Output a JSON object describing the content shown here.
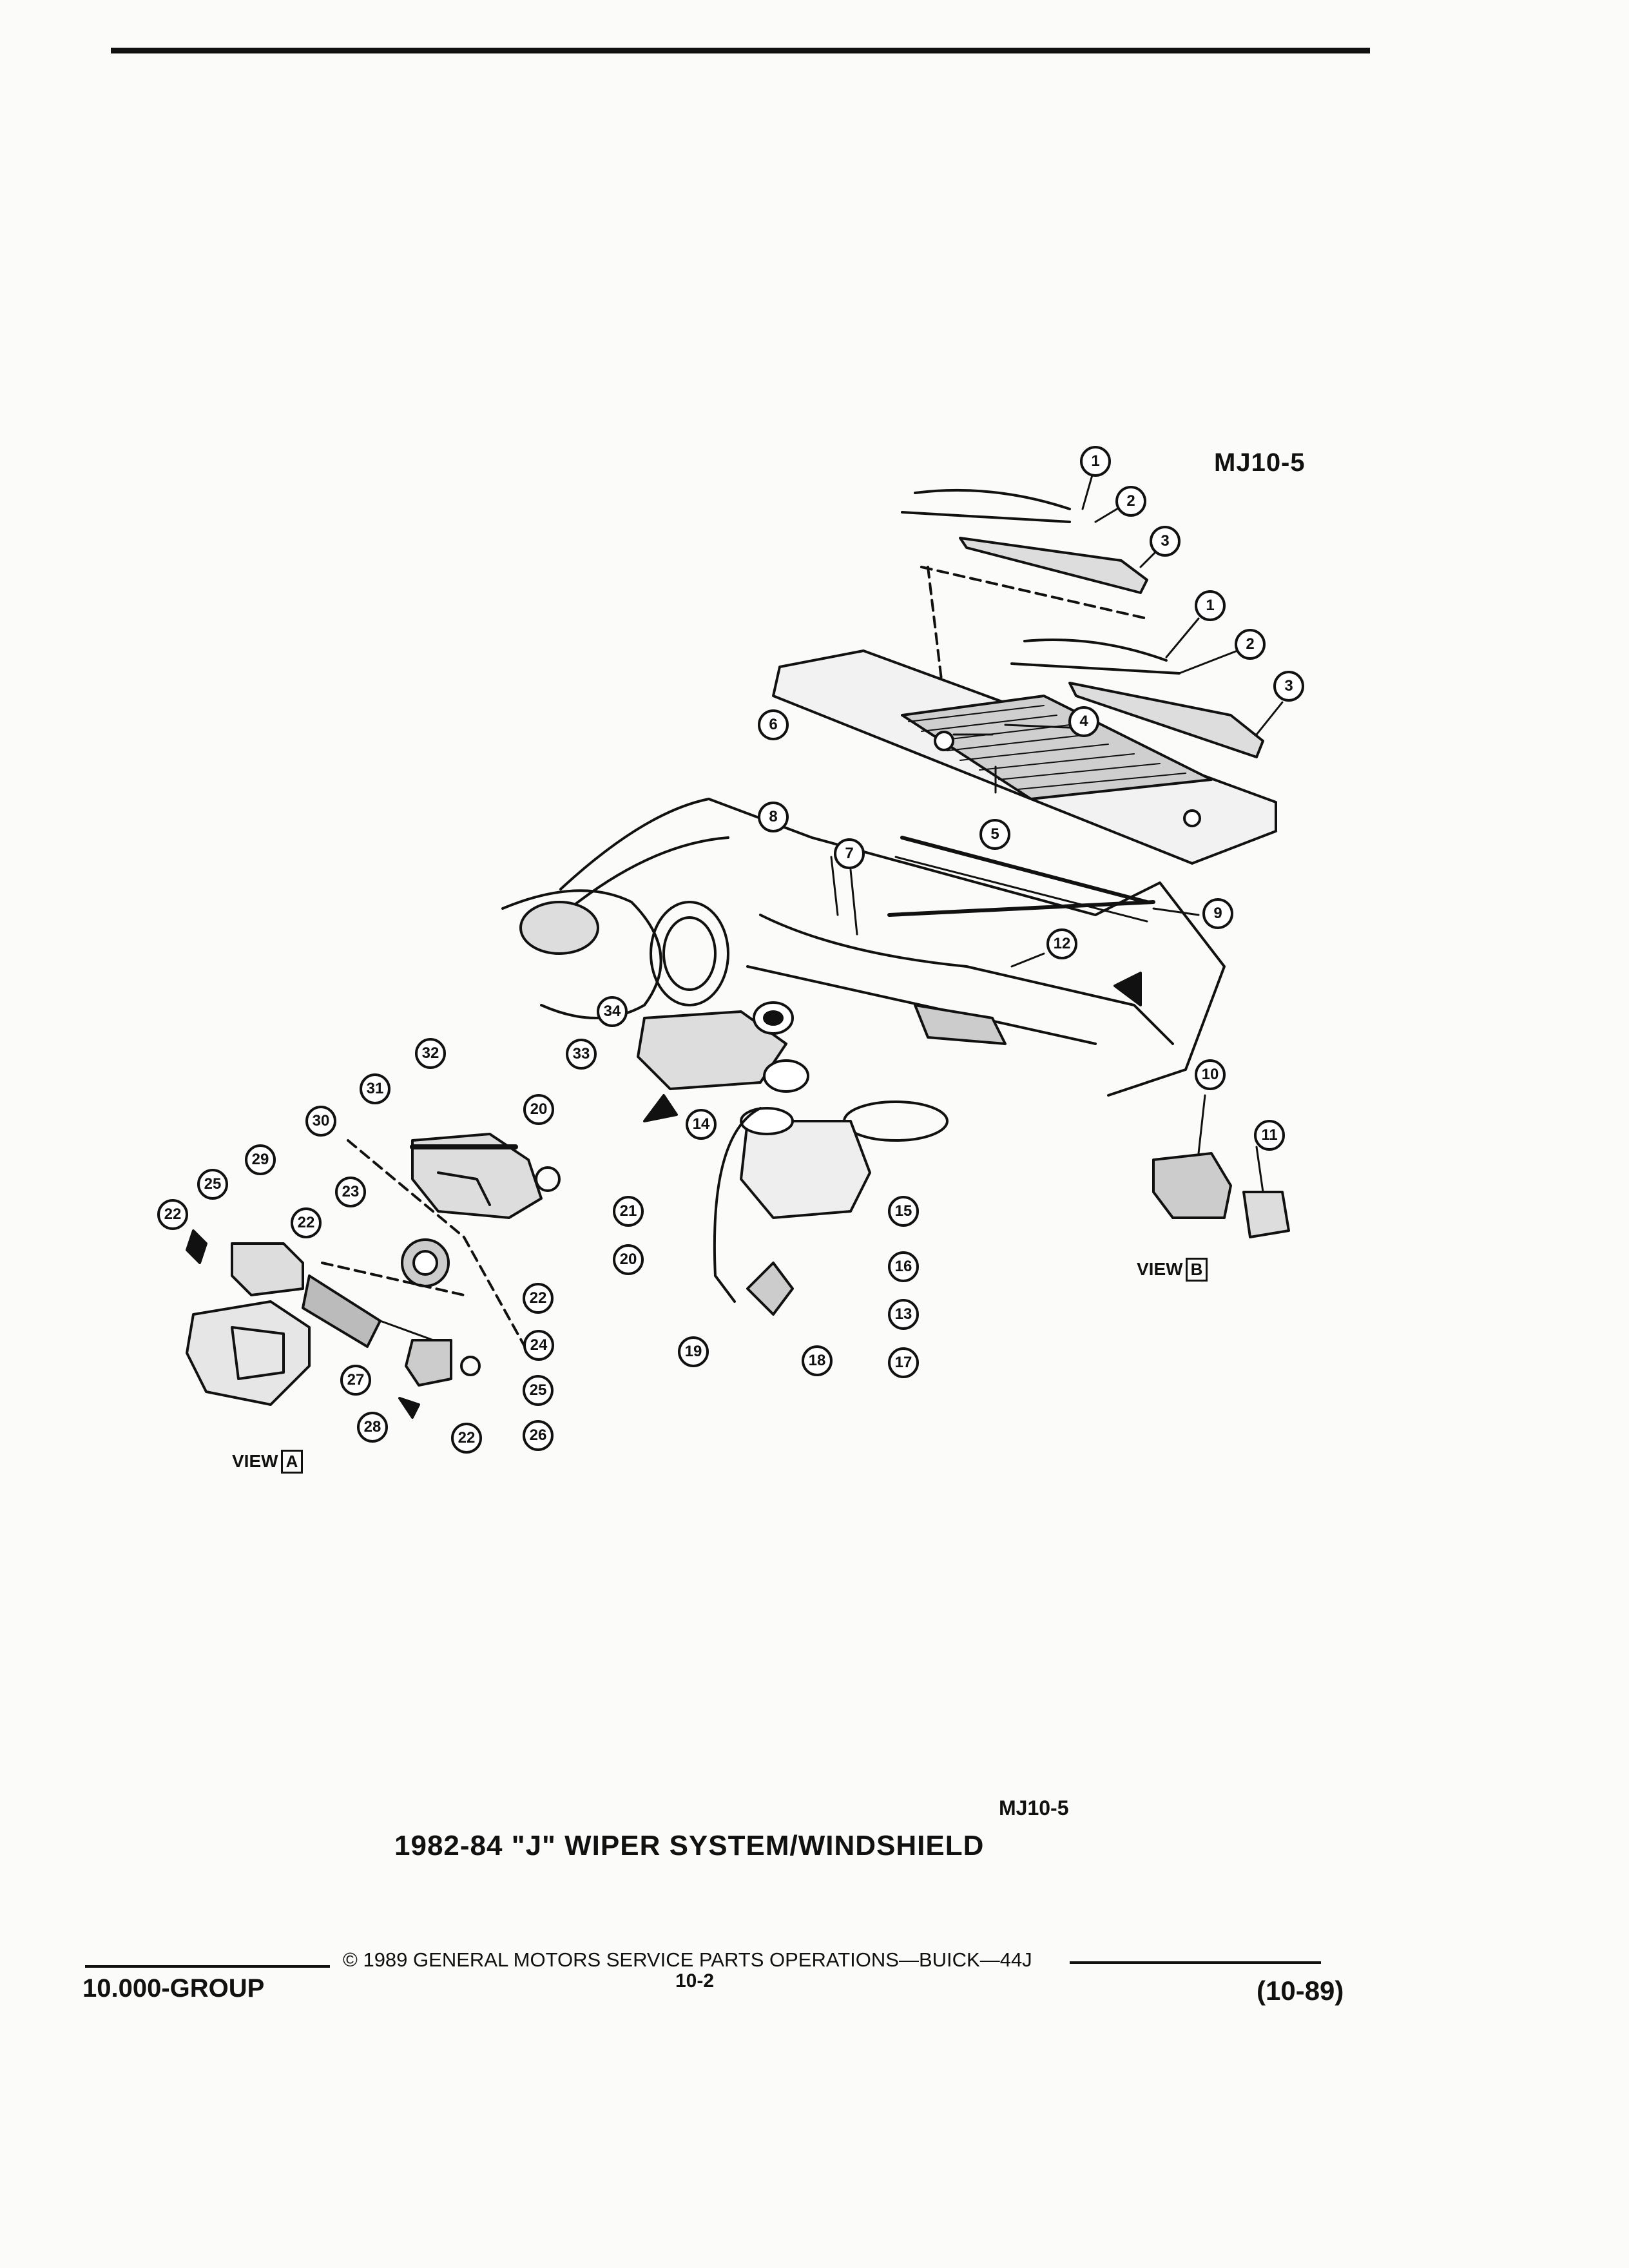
{
  "figure_code_top": "MJ10-5",
  "figure_code_bottom": "MJ10-5",
  "caption": "1982-84 \"J\" WIPER SYSTEM/WINDSHIELD",
  "views": [
    {
      "word": "VIEW",
      "letter": "A"
    },
    {
      "word": "VIEW",
      "letter": "B"
    }
  ],
  "footer": {
    "group": "10.000-GROUP",
    "copyright": "© 1989 GENERAL MOTORS SERVICE PARTS OPERATIONS—BUICK—44J",
    "page": "10-2",
    "date": "(10-89)"
  },
  "callouts": [
    "1",
    "2",
    "3",
    "1",
    "2",
    "3",
    "4",
    "5",
    "6",
    "7",
    "8",
    "9",
    "12",
    "10",
    "11",
    "32",
    "31",
    "30",
    "29",
    "25",
    "22",
    "23",
    "22",
    "21",
    "20",
    "20",
    "22",
    "24",
    "27",
    "26",
    "25",
    "22",
    "28",
    "33",
    "34",
    "14",
    "15",
    "16",
    "13",
    "17",
    "18",
    "19"
  ]
}
